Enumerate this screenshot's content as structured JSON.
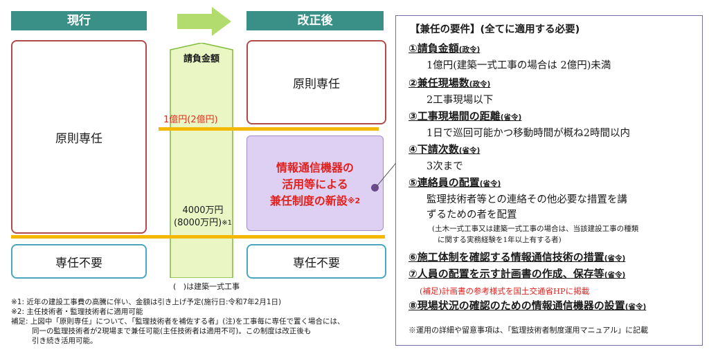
{
  "left": {
    "header": "現行",
    "main_box": "原則専任",
    "bottom_box": "専任不要"
  },
  "right": {
    "header": "改正後",
    "top_box": "原則専任",
    "new_box": {
      "lines": [
        "情報通信機器の",
        "活用等による",
        "兼任制度の新設"
      ],
      "mark": "※2"
    },
    "bottom_box": "専任不要"
  },
  "middle": {
    "axis_label": "請負金額",
    "threshold_high": "1億円(2億円)",
    "threshold_low_1": "4000万円",
    "threshold_low_2": "(8000万円)",
    "threshold_low_mark": "※1",
    "paren_note": "(   )は建築一式工事"
  },
  "notes": [
    "※1: 近年の建設工事費の高騰に伴い、金額は引き上げ予定(施行日:令和7年2月1日)",
    "※2: 主任技術者・監理技術者に適用可能",
    "補足: 上図中「原則専任」について、「監理技術者を補佐する者」(注)を工事毎に専任で置く場合には、",
    "同一の監理技術者が2現場まで兼任可能(主任技術者は適用不可)。この制度は改正後も",
    "引き続き活用可能。"
  ],
  "requirements": {
    "title": "【兼任の要件】(全てに適用する必要)",
    "items": [
      {
        "title": "①請負金額",
        "tag": "(政令)",
        "detail": [
          "1億円(建築一式工事の場合は 2億円)未満"
        ]
      },
      {
        "title": "②兼任現場数",
        "tag": "(政令)",
        "detail": [
          "2工事現場以下"
        ]
      },
      {
        "title": "③工事現場間の距離",
        "tag": "(省令)",
        "detail": [
          "1日で巡回可能かつ移動時間が概ね2時間以内"
        ]
      },
      {
        "title": "④下請次数",
        "tag": "(省令)",
        "detail": [
          "3次まで"
        ]
      },
      {
        "title": "⑤連絡員の配置",
        "tag": "(省令)",
        "detail": [
          "監理技術者等との連絡その他必要な措置を講",
          "ずるための者を配置"
        ],
        "small": [
          "(土木一式工事又は建築一式工事の場合は、当該建設工事の種類",
          "に関する実務経験を1年以上有する者)"
        ]
      },
      {
        "title": "⑥施工体制を確認する情報通信技術の措置",
        "tag": "(省令)"
      },
      {
        "title": "⑦人員の配置を示す計画書の作成、保存等",
        "tag": "(省令)",
        "supplement": "(補足)計画書の参考様式を国土交通省HPに掲載"
      },
      {
        "title": "⑧現場状況の確認のための情報通信機器の設置",
        "tag": "(省令)"
      }
    ],
    "footer": "※運用の詳細や留意事項は、「監理技術者制度運用マニュアル」に記載"
  }
}
